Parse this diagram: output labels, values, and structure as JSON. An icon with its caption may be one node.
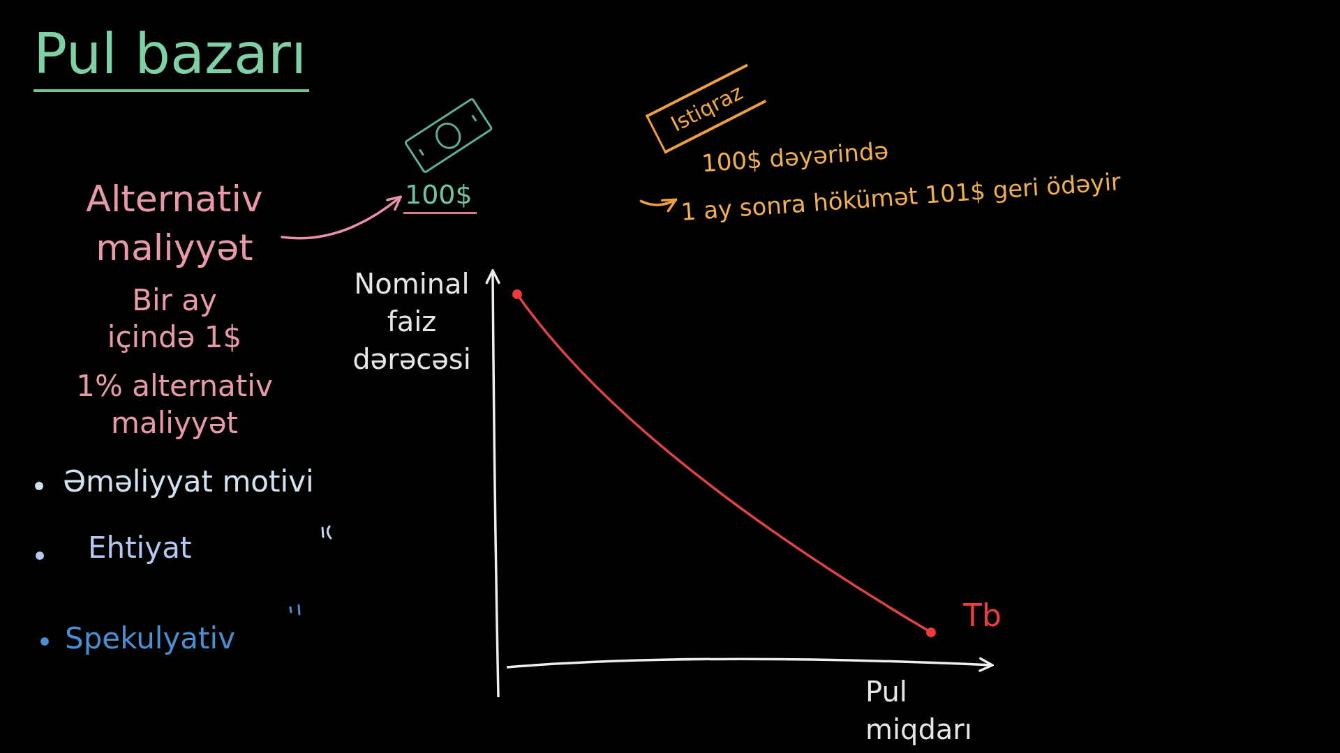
{
  "diagram": {
    "title": "Pul bazarı",
    "nodes": [
      {
        "text": [
          "Alternativ maliyyət"
        ]
      },
      {
        "text": [
          "100$"
        ]
      },
      {
        "text": [
          "Istiqraz"
        ]
      },
      {
        "text": [
          "100$ dəyərində"
        ]
      },
      {
        "text": [
          "1 ay sonra hökümət 101$ geri ödəyir"
        ]
      }
    ],
    "edges": [
      {
        "from": 0,
        "to": 1,
        "arrow": "to",
        "color": "#e890a8"
      },
      {
        "from": null,
        "to": 4,
        "arrow": "to",
        "color": "#f0a040"
      }
    ],
    "labels": [
      "Bir ay içində 1$",
      "1% alternativ maliyyət",
      "Əməliyyat motivi",
      "Ehtiyat",
      "Spekulyativ",
      "Nominal faiz dərəcəsi",
      "Tb",
      "Pul miqdarı"
    ]
  }
}
